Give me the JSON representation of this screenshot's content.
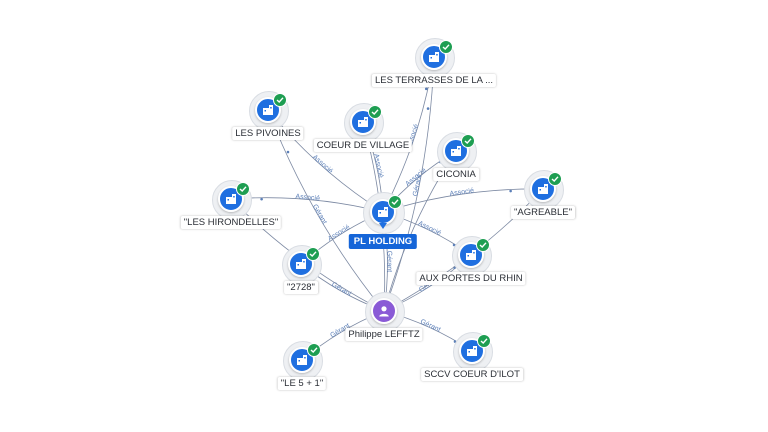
{
  "colors": {
    "company": "#1f6fe0",
    "person": "#8a5ad6",
    "verified": "#1e9e52",
    "edge": "#7d8aa3"
  },
  "center": {
    "name": "PL HOLDING",
    "icon": "company-building-icon"
  },
  "person": {
    "name": "Philippe LEFFTZ",
    "icon": "person-icon"
  },
  "companies": [
    {
      "key": "terrasses",
      "name": "LES TERRASSES DE LA ...",
      "icon": "company-building-icon",
      "verified": true
    },
    {
      "key": "pivoines",
      "name": "LES PIVOINES",
      "icon": "company-building-icon",
      "verified": true
    },
    {
      "key": "coeur_village",
      "name": "COEUR DE VILLAGE",
      "icon": "company-building-icon",
      "verified": true
    },
    {
      "key": "ciconia",
      "name": "CICONIA",
      "icon": "company-building-icon",
      "verified": true
    },
    {
      "key": "hirondelles",
      "name": "\"LES HIRONDELLES\"",
      "icon": "company-building-icon",
      "verified": true
    },
    {
      "key": "agreable",
      "name": "\"AGREABLE\"",
      "icon": "company-building-icon",
      "verified": true
    },
    {
      "key": "n2728",
      "name": "\"2728\"",
      "icon": "company-building-icon",
      "verified": true
    },
    {
      "key": "portes_rhin",
      "name": "AUX PORTES DU RHIN",
      "icon": "company-building-icon",
      "verified": true
    },
    {
      "key": "le5",
      "name": "\"LE 5 + 1\"",
      "icon": "company-building-icon",
      "verified": true
    },
    {
      "key": "sccv",
      "name": "SCCV COEUR D'ILOT",
      "icon": "company-building-icon",
      "verified": true
    }
  ],
  "edges": [
    {
      "from": "center",
      "to": "terrasses",
      "label": "Associé"
    },
    {
      "from": "center",
      "to": "pivoines",
      "label": "Associé"
    },
    {
      "from": "center",
      "to": "coeur_village",
      "label": "Associé"
    },
    {
      "from": "center",
      "to": "ciconia",
      "label": "Associé"
    },
    {
      "from": "center",
      "to": "hirondelles",
      "label": "Associé"
    },
    {
      "from": "center",
      "to": "agreable",
      "label": "Associé"
    },
    {
      "from": "center",
      "to": "n2728",
      "label": "Associé"
    },
    {
      "from": "center",
      "to": "portes_rhin",
      "label": "Associé"
    },
    {
      "from": "person",
      "to": "center",
      "label": "Gérant"
    },
    {
      "from": "person",
      "to": "pivoines",
      "label": "Gérant"
    },
    {
      "from": "person",
      "to": "terrasses",
      "label": "Gérant"
    },
    {
      "from": "person",
      "to": "n2728",
      "label": "Gérant"
    },
    {
      "from": "person",
      "to": "le5",
      "label": "Gérant"
    },
    {
      "from": "person",
      "to": "sccv",
      "label": "Gérant"
    },
    {
      "from": "person",
      "to": "portes_rhin",
      "label": "Gérant"
    },
    {
      "from": "person",
      "to": "ciconia",
      "label": ""
    },
    {
      "from": "person",
      "to": "coeur_village",
      "label": ""
    },
    {
      "from": "person",
      "to": "hirondelles",
      "label": ""
    },
    {
      "from": "person",
      "to": "agreable",
      "label": ""
    }
  ]
}
